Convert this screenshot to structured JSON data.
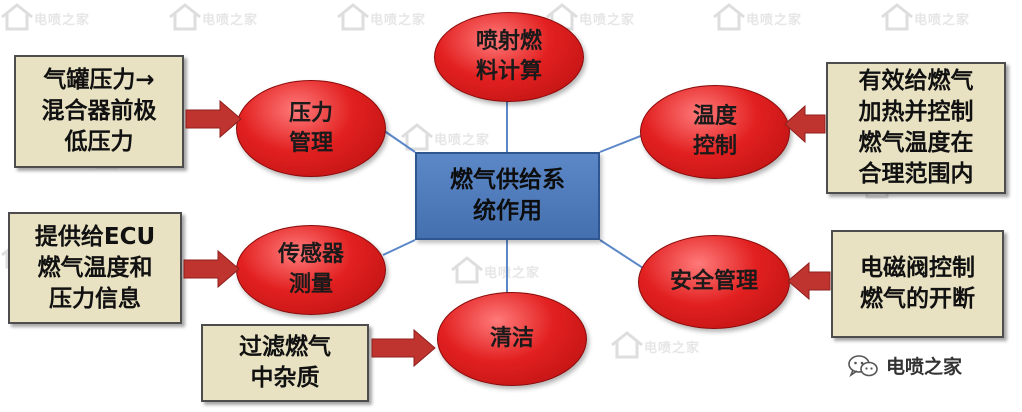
{
  "watermark_text": "电喷之家",
  "center": {
    "label": "燃气供给系\n统作用"
  },
  "nodes": [
    {
      "id": "pressure",
      "label": "压力\n管理"
    },
    {
      "id": "injection",
      "label": "喷射燃\n料计算"
    },
    {
      "id": "temperature",
      "label": "温度\n控制"
    },
    {
      "id": "sensor",
      "label": "传感器\n测量"
    },
    {
      "id": "clean",
      "label": "清洁"
    },
    {
      "id": "safety",
      "label": "安全管理"
    }
  ],
  "notes": [
    {
      "id": "pressure",
      "label": "气罐压力→\n混合器前极\n低压力"
    },
    {
      "id": "temperature",
      "label": "有效给燃气\n加热并控制\n燃气温度在\n合理范围内"
    },
    {
      "id": "sensor",
      "label": "提供给ECU\n燃气温度和\n压力信息"
    },
    {
      "id": "clean",
      "label": "过滤燃气\n中杂质"
    },
    {
      "id": "safety",
      "label": "电磁阀控制\n燃气的开断"
    }
  ],
  "brand": {
    "label": "电喷之家",
    "icon": "wechat-icon"
  },
  "colors": {
    "node_red": "#e22020",
    "center_blue": "#4f7cbf",
    "note_bg": "#e8e2c2",
    "arrow_red": "#c0342f",
    "link_blue": "#5b87c8"
  }
}
